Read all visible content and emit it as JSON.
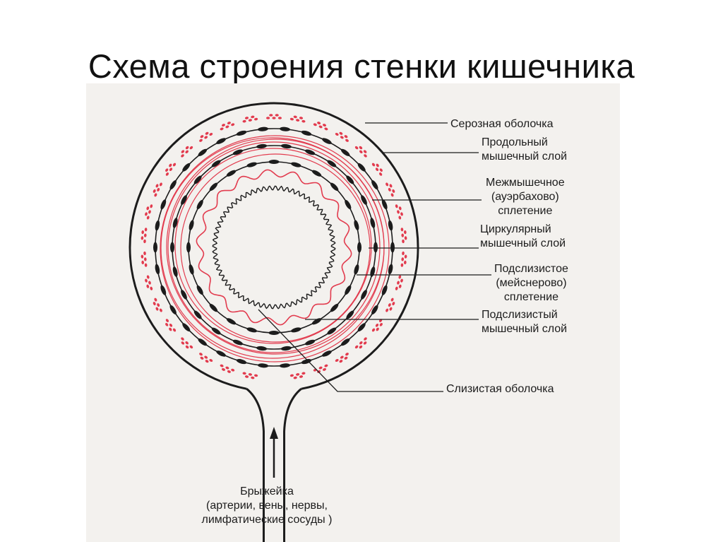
{
  "title": "Схема строения стенки кишечника",
  "labels": {
    "serosa": "Серозная оболочка",
    "longitudinal": [
      "Продольный",
      "мышечный слой"
    ],
    "auerbach": [
      "Межмышечное",
      "(ауэрбахово)",
      "сплетение"
    ],
    "circular": [
      "Циркулярный",
      "мышечный слой"
    ],
    "meissner": [
      "Подслизистое",
      "(мейснерово)",
      "сплетение"
    ],
    "muscularis_mucosae": [
      "Подслизистый",
      "мышечный слой"
    ],
    "mucosa": "Слизистая оболочка",
    "mesentery": [
      "Брыжейка",
      "(артерии, вены, нервы,",
      "лимфатические сосуды )"
    ]
  },
  "colors": {
    "ink": "#1c1c1c",
    "red": "#e23b4e",
    "background": "#f3f1ee"
  }
}
